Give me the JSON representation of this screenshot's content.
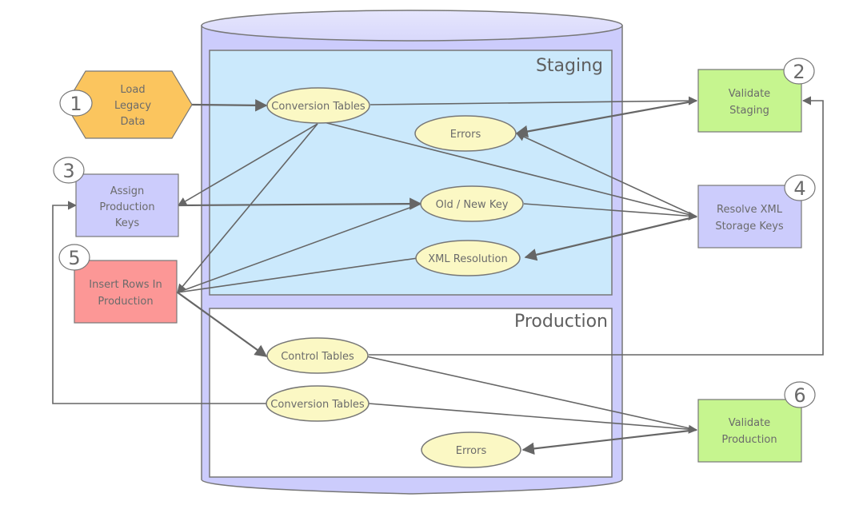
{
  "colors": {
    "cylinder_fill": "#ccccfc",
    "cylinder_top": "#e0e0fc",
    "staging_fill": "#cbe9fc",
    "production_fill": "#ffffff",
    "ellipse_fill": "#fbf8c4",
    "load_fill": "#fbc55e",
    "validate_fill": "#c6f58f",
    "key_fill": "#ccccfc",
    "insert_fill": "#fc9796",
    "stroke": "#666666",
    "text": "#6b6b6b"
  },
  "zones": {
    "staging": "Staging",
    "production": "Production"
  },
  "steps": [
    {
      "id": "load",
      "number": "1",
      "lines": [
        "Load",
        "Legacy",
        "Data"
      ]
    },
    {
      "id": "validate-staging",
      "number": "2",
      "lines": [
        "Validate",
        "Staging"
      ]
    },
    {
      "id": "assign-keys",
      "number": "3",
      "lines": [
        "Assign",
        "Production",
        "Keys"
      ]
    },
    {
      "id": "resolve-xml",
      "number": "4",
      "lines": [
        "Resolve XML",
        "Storage Keys"
      ]
    },
    {
      "id": "insert-rows",
      "number": "5",
      "lines": [
        "Insert Rows In",
        "Production"
      ]
    },
    {
      "id": "validate-production",
      "number": "6",
      "lines": [
        "Validate",
        "Production"
      ]
    }
  ],
  "tables": {
    "staging_conversion": "Conversion Tables",
    "staging_errors": "Errors",
    "old_new_key": "Old / New Key",
    "xml_resolution": "XML Resolution",
    "control_tables": "Control Tables",
    "production_conversion": "Conversion Tables",
    "production_errors": "Errors"
  },
  "connections": [
    {
      "from": "load",
      "to": "staging_conversion",
      "arrow": "end"
    },
    {
      "from": "staging_conversion",
      "to": "validate-staging",
      "arrow": "end"
    },
    {
      "from": "validate-staging",
      "to": "staging_errors",
      "arrow": "end"
    },
    {
      "from": "staging_conversion",
      "to": "assign-keys",
      "arrow": "end"
    },
    {
      "from": "staging_conversion",
      "to": "insert-rows",
      "arrow": "end"
    },
    {
      "from": "staging_conversion",
      "to": "resolve-xml",
      "arrow": "end"
    },
    {
      "from": "resolve-xml",
      "to": "staging_errors",
      "arrow": "end"
    },
    {
      "from": "assign-keys",
      "to": "old_new_key",
      "arrow": "end"
    },
    {
      "from": "old_new_key",
      "to": "resolve-xml",
      "arrow": "end"
    },
    {
      "from": "resolve-xml",
      "to": "xml_resolution",
      "arrow": "end"
    },
    {
      "from": "old_new_key",
      "to": "insert-rows",
      "arrow": "end"
    },
    {
      "from": "xml_resolution",
      "to": "insert-rows",
      "arrow": "end"
    },
    {
      "from": "insert-rows",
      "to": "control_tables",
      "arrow": "end"
    },
    {
      "from": "control_tables",
      "to": "validate-staging",
      "arrow": "end"
    },
    {
      "from": "control_tables",
      "to": "validate-production",
      "arrow": "end"
    },
    {
      "from": "production_conversion",
      "to": "assign-keys",
      "arrow": "end"
    },
    {
      "from": "production_conversion",
      "to": "validate-production",
      "arrow": "end"
    },
    {
      "from": "validate-production",
      "to": "production_errors",
      "arrow": "end"
    }
  ]
}
